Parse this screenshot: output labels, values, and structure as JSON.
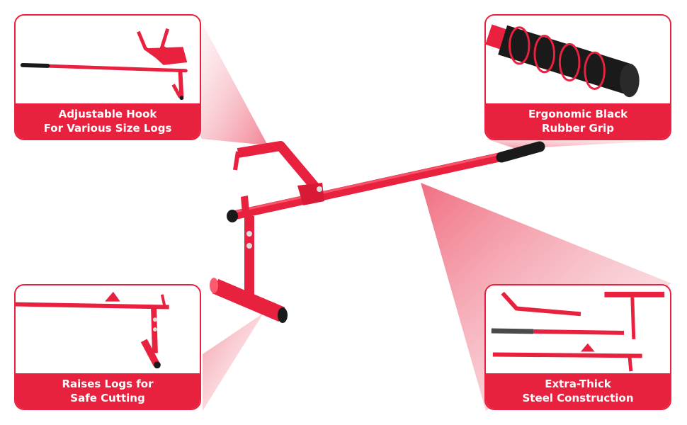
{
  "colors": {
    "accent": "#e8213f",
    "grip": "#1a1a1a",
    "beam": "#f2d0d5"
  },
  "callouts": [
    {
      "name": "adjustable-hook",
      "line1": "Adjustable Hook",
      "line2": "For Various Size Logs"
    },
    {
      "name": "rubber-grip",
      "line1": "Ergonomic Black",
      "line2": "Rubber Grip"
    },
    {
      "name": "raises-logs",
      "line1": "Raises Logs for",
      "line2": "Safe Cutting"
    },
    {
      "name": "steel-construction",
      "line1": "Extra-Thick",
      "line2": "Steel Construction"
    }
  ]
}
